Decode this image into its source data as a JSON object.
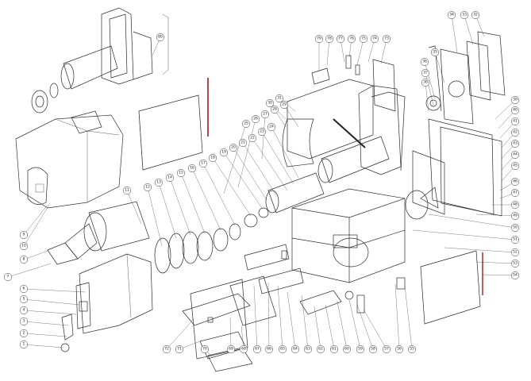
{
  "diagram": {
    "callouts": [
      "1",
      "2",
      "3",
      "4",
      "5",
      "6",
      "7",
      "8",
      "9",
      "10",
      "11",
      "12",
      "13",
      "14",
      "15",
      "16",
      "17",
      "18",
      "19",
      "20",
      "21",
      "22",
      "23",
      "24",
      "25",
      "26",
      "27",
      "28",
      "29",
      "30",
      "31",
      "32",
      "33",
      "34",
      "35",
      "36",
      "37",
      "38",
      "39",
      "40",
      "41",
      "42",
      "43",
      "44",
      "45",
      "46",
      "47",
      "48",
      "49",
      "50",
      "51",
      "52",
      "53",
      "54",
      "55",
      "56",
      "57",
      "58",
      "59",
      "60",
      "61",
      "62",
      "63",
      "64",
      "65",
      "66",
      "67",
      "68",
      "69",
      "70",
      "71",
      "72",
      "73",
      "74",
      "75",
      "76",
      "77",
      "78",
      "79",
      "80"
    ],
    "colors": {
      "line": "#2a2a2a",
      "metal": "#b9bcc0",
      "metal_dark": "#6f7378",
      "tank_yellow": "#ecebb0",
      "tank_clear": "#eeeeee",
      "cone_pink": "#d9569b",
      "panel_purple": "#7b4aa8",
      "panel_orange": "#b8662a",
      "rod_red": "#9b1c1c",
      "pcb_green": "#4f9a4a",
      "accent_orange": "#e6a23a"
    }
  }
}
